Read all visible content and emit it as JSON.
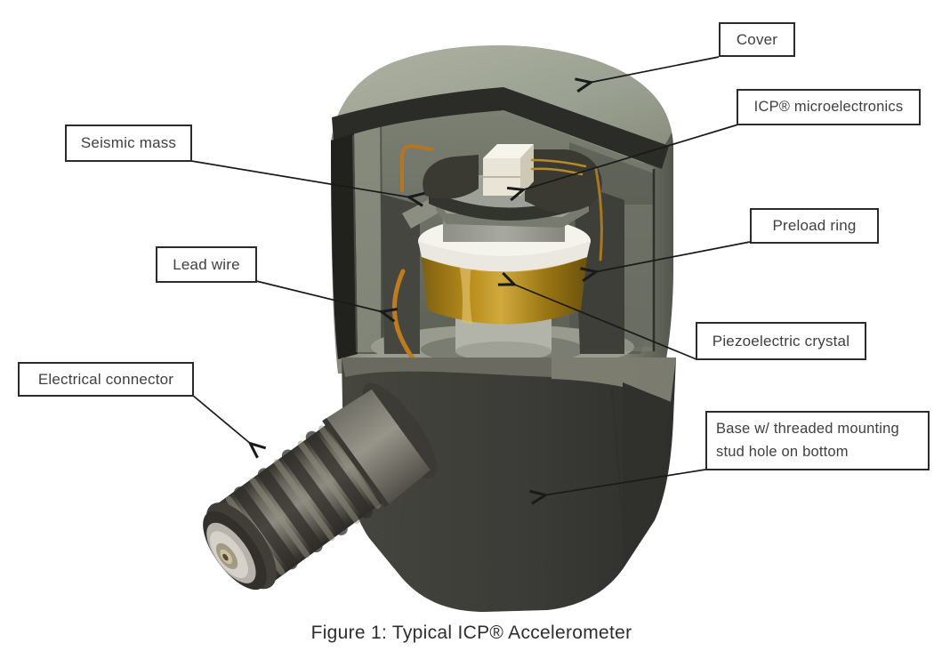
{
  "caption": "Figure 1: Typical ICP® Accelerometer",
  "labels": [
    {
      "id": "cover",
      "text": "Cover"
    },
    {
      "id": "icp-microelectronics",
      "text": "ICP® microelectronics"
    },
    {
      "id": "seismic-mass",
      "text": "Seismic mass"
    },
    {
      "id": "preload-ring",
      "text": "Preload ring"
    },
    {
      "id": "lead-wire",
      "text": "Lead wire"
    },
    {
      "id": "piezoelectric-crystal",
      "text": "Piezoelectric crystal"
    },
    {
      "id": "electrical-connector",
      "text": "Electrical connector"
    },
    {
      "id": "base",
      "text": "Base w/ threaded mounting stud hole on bottom"
    }
  ],
  "colors": {
    "background": "#ffffff",
    "label_border": "#2b2b2b",
    "leader_line": "#1a1a1a",
    "housing_olive_gray": "#9ba093",
    "cut_face_dark": "#2b2b27",
    "piezo_crystal_gold": "#b08a1e",
    "lead_wire_copper": "#b5761f",
    "microelectronics_white": "#e8e5d6",
    "base_dark_gray": "#3b3b37",
    "connector_silver": "#b5b3ac"
  }
}
